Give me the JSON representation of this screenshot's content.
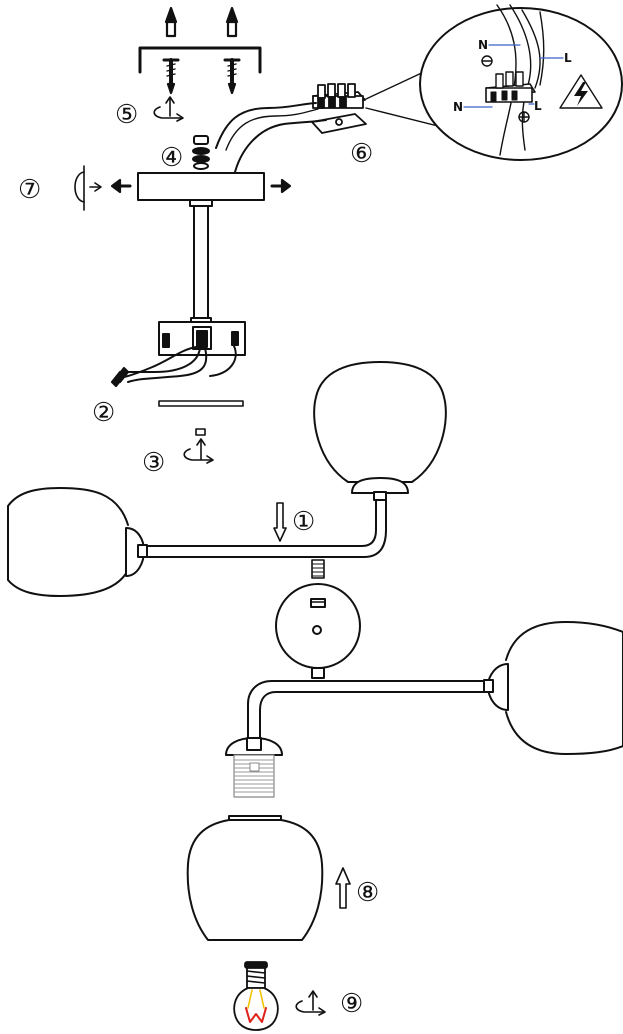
{
  "steps": {
    "s1": "①",
    "s2": "②",
    "s3": "③",
    "s4": "④",
    "s5": "⑤",
    "s6": "⑥",
    "s7": "⑦",
    "s8": "⑧",
    "s9": "⑨"
  },
  "wiring": {
    "neutral_top": "N",
    "live_top": "L",
    "neutral_bottom": "N",
    "live_bottom": "L"
  },
  "colors": {
    "line": "#111111",
    "wire_blue": "#3a5fc8",
    "filament_red": "#e0201a",
    "filament_yellow": "#f2c200"
  }
}
